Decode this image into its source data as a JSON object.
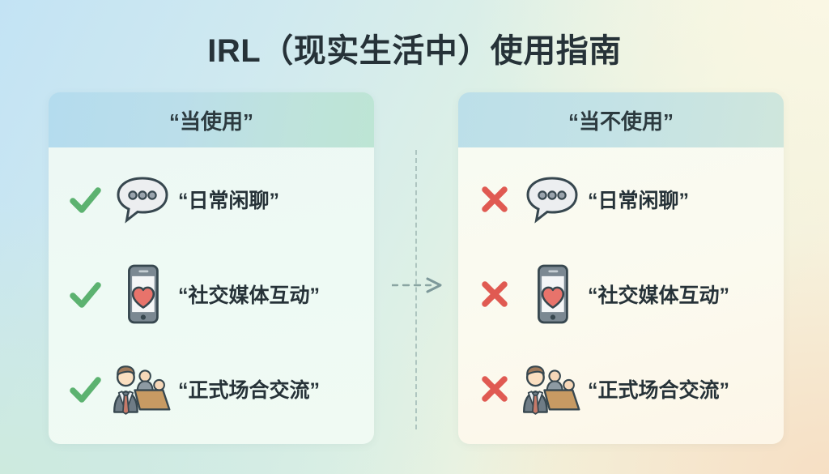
{
  "title": "IRL（现实生活中）使用指南",
  "colors": {
    "title_text": "#263238",
    "check_green": "#5cb270",
    "cross_red": "#e05a52",
    "heart_red": "#e8736b",
    "divider": "#9fb8b4",
    "bg_top_left": "#c3e3f4",
    "bg_top_right": "#faf7e4",
    "bg_bottom_left": "#cdeade",
    "bg_bottom_right": "#f6dfc4"
  },
  "connector": {
    "name": "dashed-arrow-right",
    "direction": "right"
  },
  "panels": [
    {
      "side": "left",
      "header": "“当使用”",
      "mark": "check",
      "items": [
        {
          "icon": "speech-bubble-icon",
          "label": "“日常闲聊”"
        },
        {
          "icon": "phone-heart-icon",
          "label": "“社交媒体互动”"
        },
        {
          "icon": "meeting-icon",
          "label": "“正式场合交流”"
        }
      ]
    },
    {
      "side": "right",
      "header": "“当不使用”",
      "mark": "cross",
      "items": [
        {
          "icon": "speech-bubble-icon",
          "label": "“日常闲聊”"
        },
        {
          "icon": "phone-heart-icon",
          "label": "“社交媒体互动”"
        },
        {
          "icon": "meeting-icon",
          "label": "“正式场合交流”"
        }
      ]
    }
  ]
}
